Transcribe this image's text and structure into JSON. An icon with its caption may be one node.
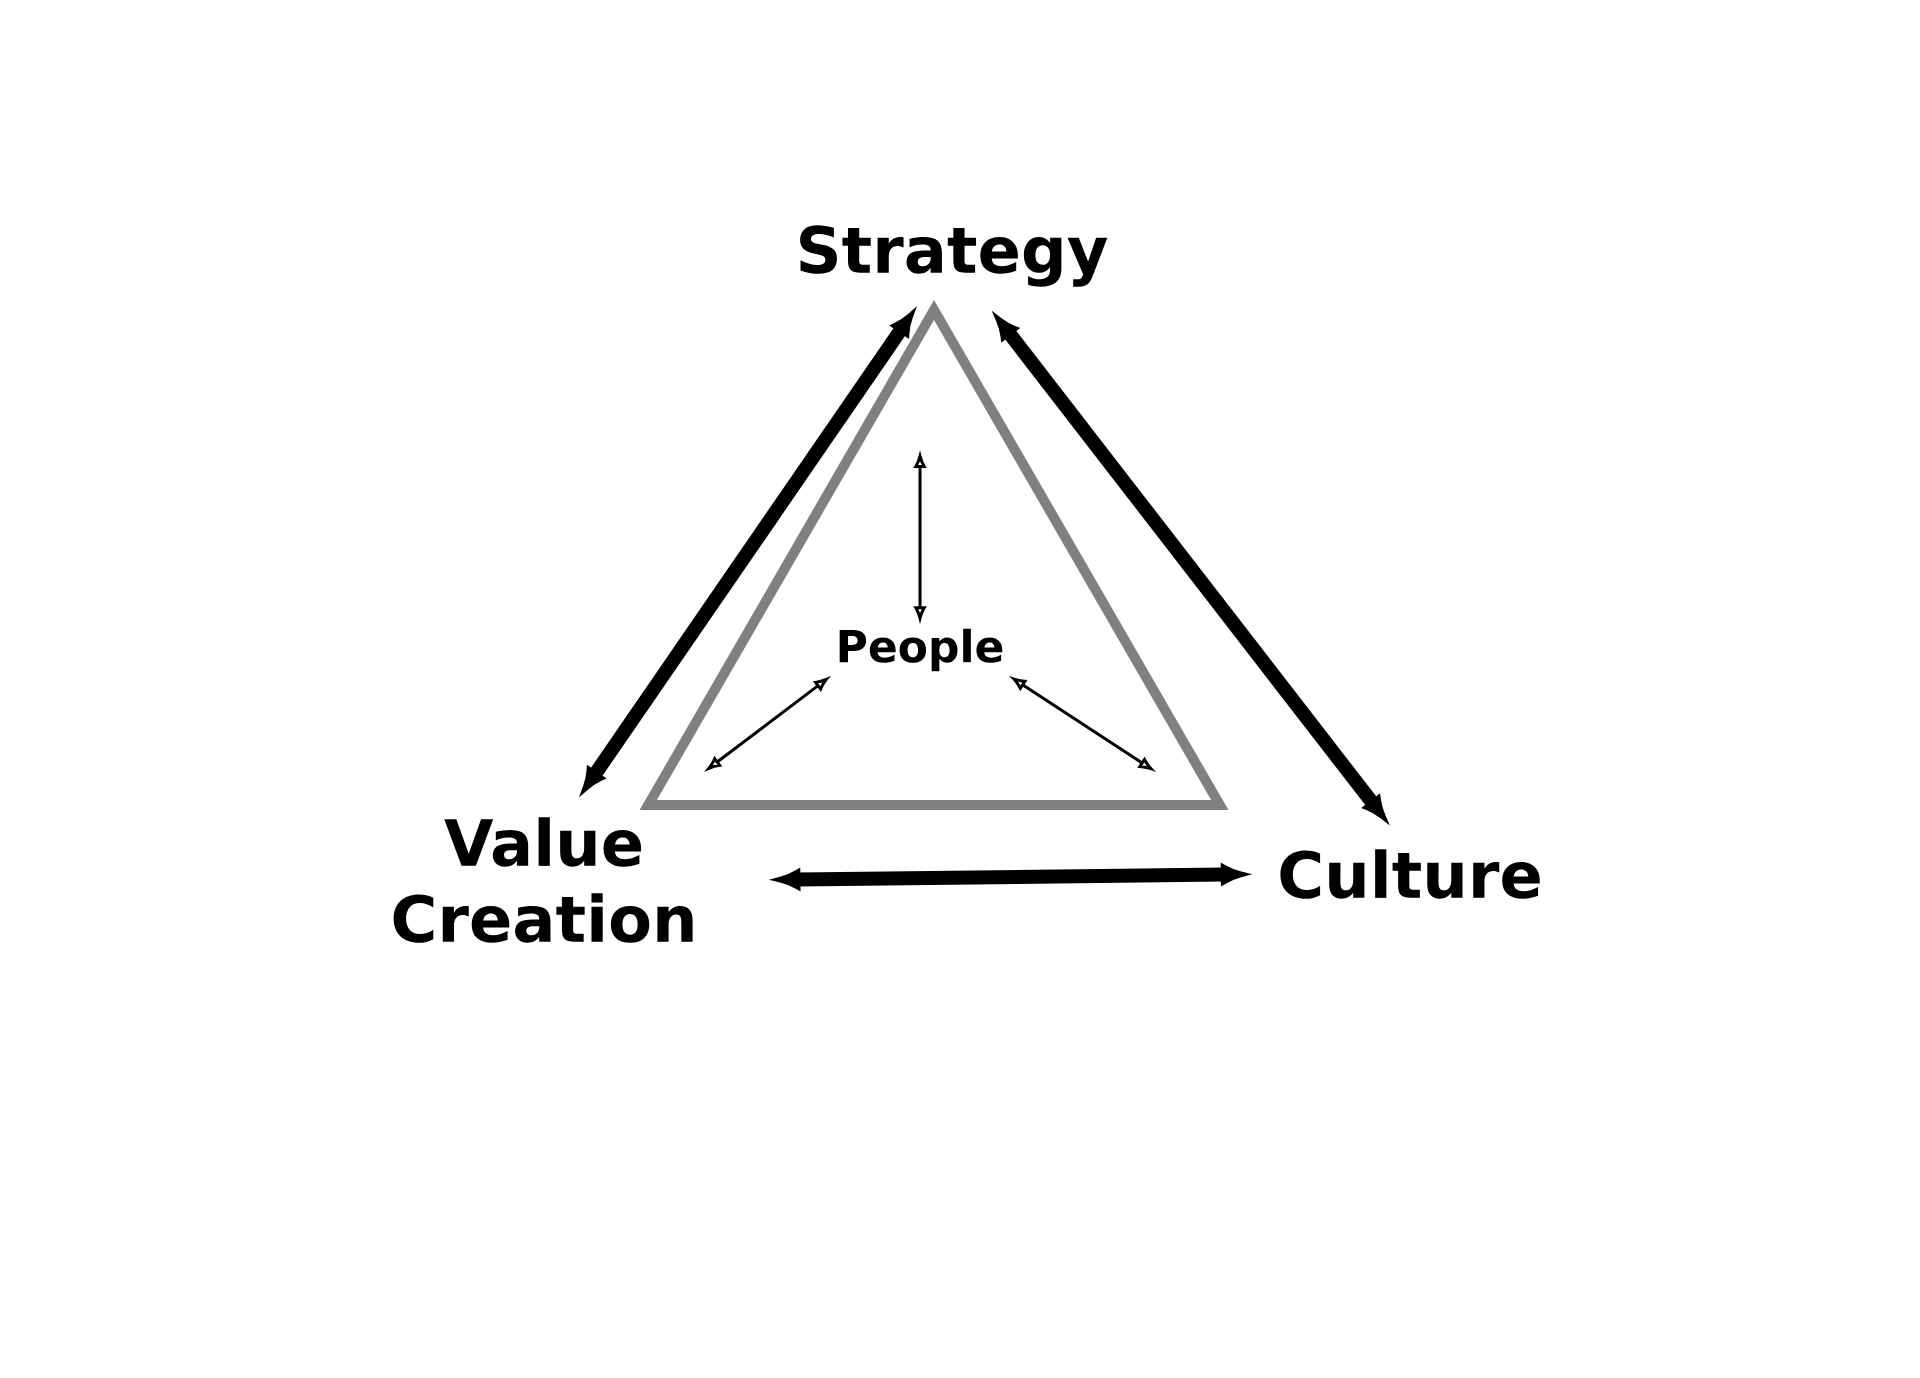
{
  "diagram": {
    "nodes": [
      {
        "text": [
          "Strategy"
        ]
      },
      {
        "text": [
          "Value Creation"
        ]
      },
      {
        "text": [
          "Culture"
        ]
      },
      {
        "text": [],
        "shape": "triangle"
      },
      {
        "text": [
          "People"
        ],
        "in": 3
      }
    ],
    "edges": [
      {
        "from": 0,
        "to": 1,
        "arrow": "both",
        "style": "thick"
      },
      {
        "from": 0,
        "to": 2,
        "arrow": "both",
        "style": "thick"
      },
      {
        "from": 1,
        "to": 2,
        "arrow": "both",
        "style": "thick"
      },
      {
        "from": 4,
        "to": null,
        "arrow": "both"
      },
      {
        "from": 4,
        "to": null,
        "arrow": "both"
      },
      {
        "from": 4,
        "to": null,
        "arrow": "both"
      }
    ]
  }
}
